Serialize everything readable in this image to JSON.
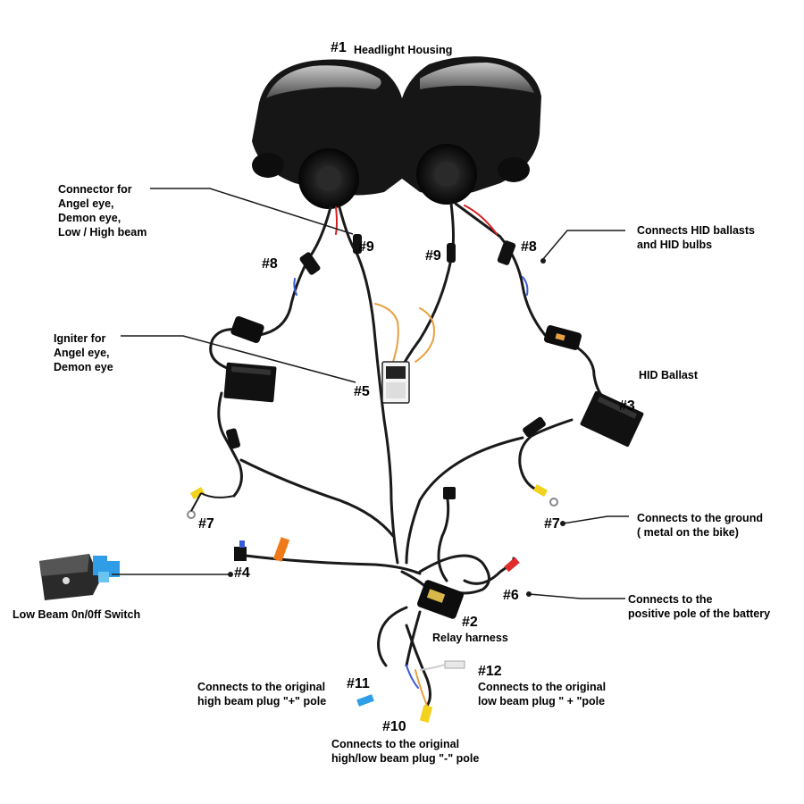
{
  "title": {
    "number": "#1",
    "text": "Headlight Housing"
  },
  "markers": {
    "m2": "#2",
    "m3": "#3",
    "m4": "#4",
    "m5": "#5",
    "m6": "#6",
    "m7_left": "#7",
    "m7_right": "#7",
    "m8_left": "#8",
    "m8_right": "#8",
    "m9_left": "#9",
    "m9_right": "#9",
    "m10": "#10",
    "m11": "#11",
    "m12": "#12"
  },
  "labels": {
    "connector": [
      "Connector for",
      "Angel eye,",
      "Demon eye,",
      "Low  / High beam"
    ],
    "igniter": [
      "Igniter for",
      "Angel eye,",
      "Demon eye"
    ],
    "hid_ballasts": [
      "Connects HID ballasts",
      "and HID bulbs"
    ],
    "hid_ballast": "HID Ballast",
    "ground": [
      "Connects to the ground",
      "( metal on the bike)"
    ],
    "positive": [
      "Connects to the",
      "positive pole of the battery"
    ],
    "switch": "Low Beam 0n/0ff Switch",
    "relay": "Relay harness",
    "high_plus": [
      "Connects to the original",
      "high beam plug \"+\" pole"
    ],
    "low_plus": [
      "Connects to the original",
      "low beam plug \" + \"pole"
    ],
    "minus": [
      "Connects to the original",
      "high/low beam plug \"-\" pole"
    ]
  },
  "colors": {
    "wire": "#1a1a1a",
    "red_wire": "#d42020",
    "blue_wire": "#3a5bd9",
    "orange_wire": "#e8a040",
    "yellow_terminal": "#f2d21a",
    "red_terminal": "#e02c2c",
    "blue_terminal": "#2f9ee6",
    "orange_tag": "#f07a1a",
    "housing": "#151515"
  }
}
